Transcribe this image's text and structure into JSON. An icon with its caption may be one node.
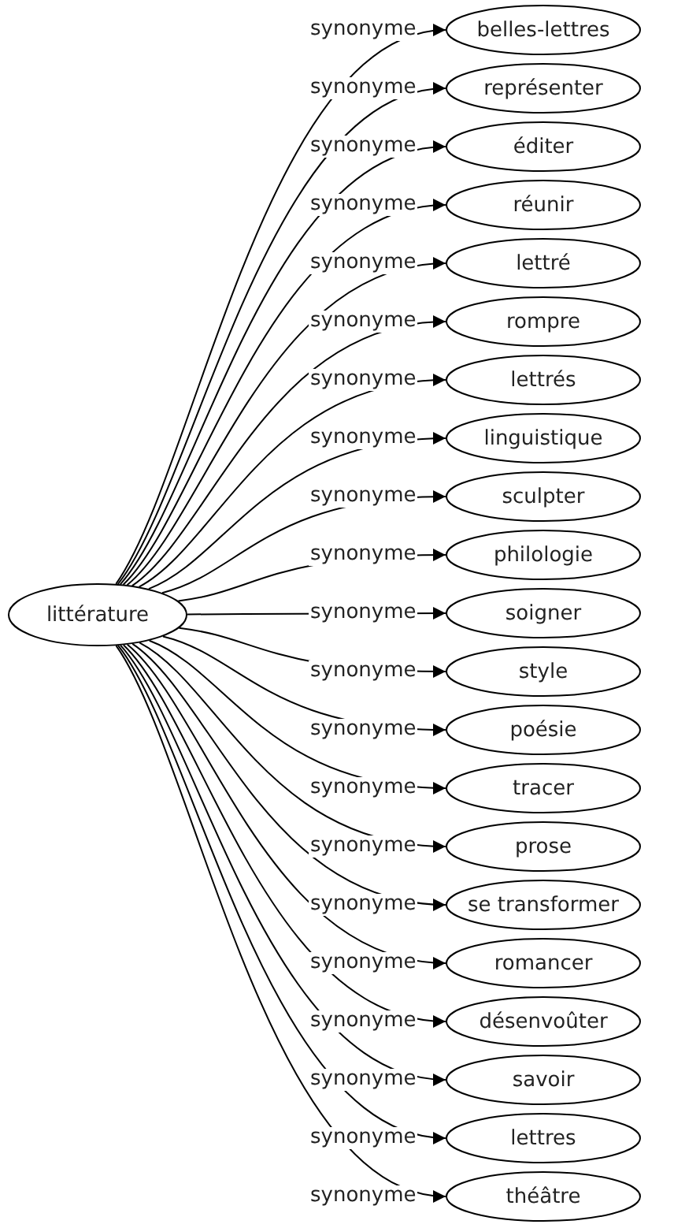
{
  "diagram": {
    "nodes": [
      {
        "text": [
          "littérature"
        ]
      },
      {
        "text": [
          "belles-lettres"
        ]
      },
      {
        "text": [
          "représenter"
        ]
      },
      {
        "text": [
          "éditer"
        ]
      },
      {
        "text": [
          "réunir"
        ]
      },
      {
        "text": [
          "lettré"
        ]
      },
      {
        "text": [
          "rompre"
        ]
      },
      {
        "text": [
          "lettrés"
        ]
      },
      {
        "text": [
          "linguistique"
        ]
      },
      {
        "text": [
          "sculpter"
        ]
      },
      {
        "text": [
          "philologie"
        ]
      },
      {
        "text": [
          "soigner"
        ]
      },
      {
        "text": [
          "style"
        ]
      },
      {
        "text": [
          "poésie"
        ]
      },
      {
        "text": [
          "tracer"
        ]
      },
      {
        "text": [
          "prose"
        ]
      },
      {
        "text": [
          "se transformer"
        ]
      },
      {
        "text": [
          "romancer"
        ]
      },
      {
        "text": [
          "désenvoûter"
        ]
      },
      {
        "text": [
          "savoir"
        ]
      },
      {
        "text": [
          "lettres"
        ]
      },
      {
        "text": [
          "théâtre"
        ]
      }
    ],
    "edges": [
      {
        "from": 0,
        "to": 1,
        "arrow": "to",
        "label": "synonyme"
      },
      {
        "from": 0,
        "to": 2,
        "arrow": "to",
        "label": "synonyme"
      },
      {
        "from": 0,
        "to": 3,
        "arrow": "to",
        "label": "synonyme"
      },
      {
        "from": 0,
        "to": 4,
        "arrow": "to",
        "label": "synonyme"
      },
      {
        "from": 0,
        "to": 5,
        "arrow": "to",
        "label": "synonyme"
      },
      {
        "from": 0,
        "to": 6,
        "arrow": "to",
        "label": "synonyme"
      },
      {
        "from": 0,
        "to": 7,
        "arrow": "to",
        "label": "synonyme"
      },
      {
        "from": 0,
        "to": 8,
        "arrow": "to",
        "label": "synonyme"
      },
      {
        "from": 0,
        "to": 9,
        "arrow": "to",
        "label": "synonyme"
      },
      {
        "from": 0,
        "to": 10,
        "arrow": "to",
        "label": "synonyme"
      },
      {
        "from": 0,
        "to": 11,
        "arrow": "to",
        "label": "synonyme"
      },
      {
        "from": 0,
        "to": 12,
        "arrow": "to",
        "label": "synonyme"
      },
      {
        "from": 0,
        "to": 13,
        "arrow": "to",
        "label": "synonyme"
      },
      {
        "from": 0,
        "to": 14,
        "arrow": "to",
        "label": "synonyme"
      },
      {
        "from": 0,
        "to": 15,
        "arrow": "to",
        "label": "synonyme"
      },
      {
        "from": 0,
        "to": 16,
        "arrow": "to",
        "label": "synonyme"
      },
      {
        "from": 0,
        "to": 17,
        "arrow": "to",
        "label": "synonyme"
      },
      {
        "from": 0,
        "to": 18,
        "arrow": "to",
        "label": "synonyme"
      },
      {
        "from": 0,
        "to": 19,
        "arrow": "to",
        "label": "synonyme"
      },
      {
        "from": 0,
        "to": 20,
        "arrow": "to",
        "label": "synonyme"
      },
      {
        "from": 0,
        "to": 21,
        "arrow": "to",
        "label": "synonyme"
      }
    ]
  }
}
